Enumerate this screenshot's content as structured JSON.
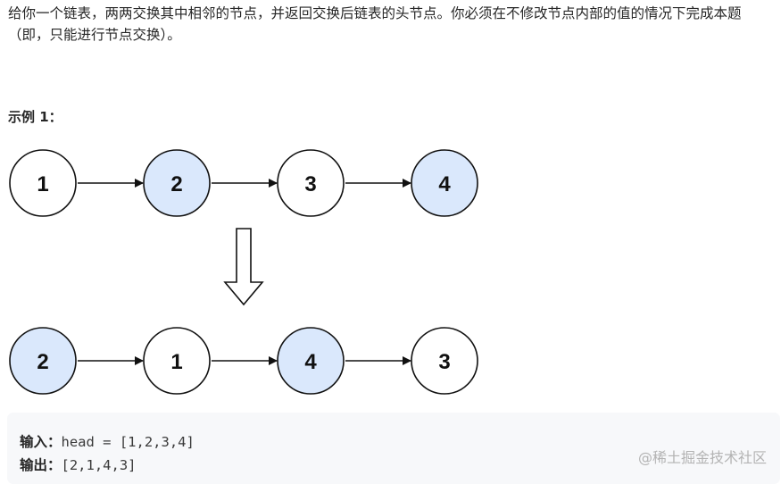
{
  "problem": {
    "description": "给你一个链表，两两交换其中相邻的节点，并返回交换后链表的头节点。你必须在不修改节点内部的值的情况下完成本题（即，只能进行节点交换）。",
    "example_title": "示例 1："
  },
  "diagram": {
    "top_row": [
      "1",
      "2",
      "3",
      "4"
    ],
    "top_highlight": [
      false,
      true,
      false,
      true
    ],
    "bottom_row": [
      "2",
      "1",
      "4",
      "3"
    ],
    "bottom_highlight": [
      true,
      false,
      true,
      false
    ],
    "colors": {
      "highlight_fill": "#dae8fc",
      "plain_fill": "#ffffff",
      "stroke": "#111111"
    }
  },
  "io": {
    "input_label": "输入：",
    "input_value": "head = [1,2,3,4]",
    "output_label": "输出：",
    "output_value": "[2,1,4,3]"
  },
  "watermark": "@稀土掘金技术社区"
}
